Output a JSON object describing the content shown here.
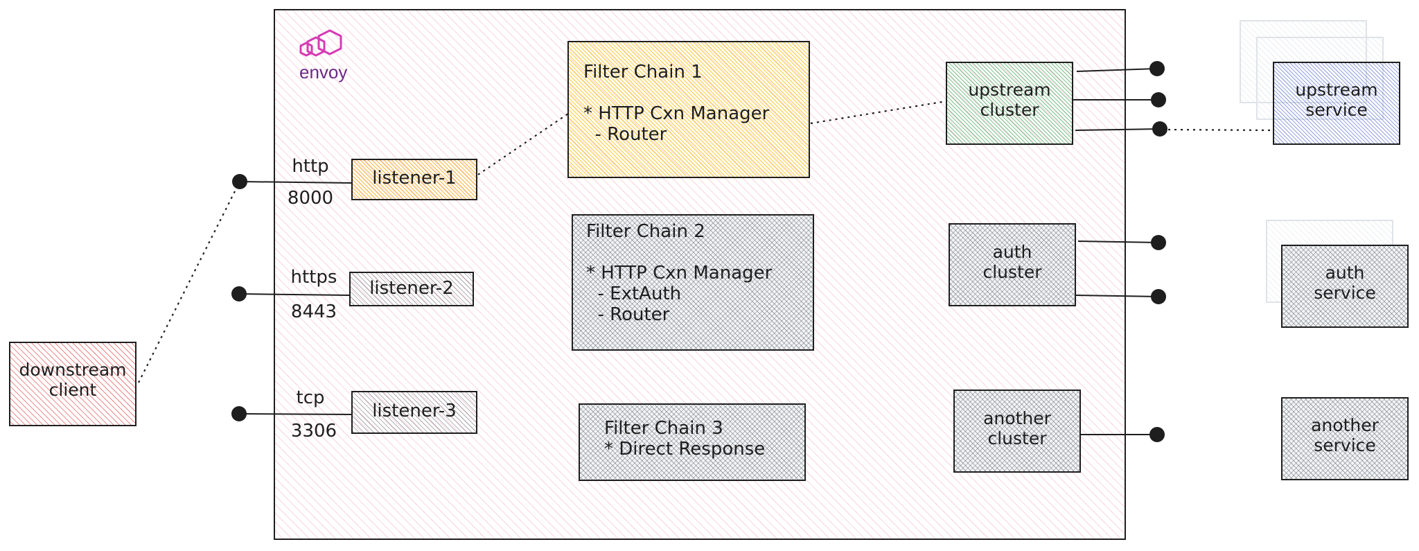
{
  "logo": {
    "text": "envoy",
    "color": "#d63bb5"
  },
  "client": {
    "title": "downstream\nclient",
    "fill": "#e03131"
  },
  "ports": [
    {
      "protocol": "http",
      "port": "8000"
    },
    {
      "protocol": "https",
      "port": "8443"
    },
    {
      "protocol": "tcp",
      "port": "3306"
    }
  ],
  "listeners": [
    {
      "name": "listener-1",
      "fill": "#f59f00"
    },
    {
      "name": "listener-2",
      "fill": "#868e96"
    },
    {
      "name": "listener-3",
      "fill": "#868e96"
    }
  ],
  "filter_chains": [
    {
      "text": "Filter Chain 1\n\n* HTTP Cxn Manager\n  - Router",
      "fill": "#fab005",
      "bg": "#fff9db"
    },
    {
      "text": "Filter Chain 2\n\n* HTTP Cxn Manager\n  - ExtAuth\n  - Router",
      "fill": "#495057",
      "bg": "#ced4da"
    },
    {
      "text": "Filter Chain 3\n* Direct Response",
      "fill": "#495057",
      "bg": "#ced4da"
    }
  ],
  "clusters": [
    {
      "text": "upstream\ncluster",
      "fill": "#2f9e44",
      "bg": "#b2f2bb"
    },
    {
      "text": "auth\ncluster",
      "fill": "#495057",
      "bg": "#ced4da"
    },
    {
      "text": "another\ncluster",
      "fill": "#495057",
      "bg": "#ced4da"
    }
  ],
  "services": [
    {
      "text": "upstream\nservice",
      "fill": "#364fc7",
      "bg": "#dbe4ff"
    },
    {
      "text": "auth\nservice",
      "fill": "#495057",
      "bg": "#ced4da"
    },
    {
      "text": "another\nservice",
      "fill": "#495057",
      "bg": "#ced4da"
    }
  ],
  "colors": {
    "envoy_box": "#fcc2d7",
    "stroke": "#1e1e1e"
  }
}
